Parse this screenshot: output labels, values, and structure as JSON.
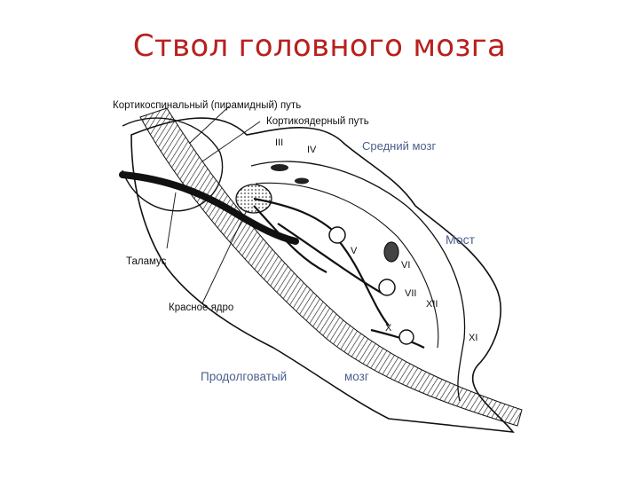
{
  "title": "Ствол головного мозга",
  "labels": {
    "corticospinal": "Кортикоспинальный (пирамидный) путь",
    "corticonuclear": "Кортикоядерный путь",
    "midbrain": "Средний мозг",
    "pons": "Мост",
    "thalamus": "Таламус",
    "red_nucleus": "Красное ядро",
    "medulla_1": "Продолговатый",
    "medulla_2": "мозг"
  },
  "nerves": {
    "n3": "III",
    "n4": "IV",
    "n5": "V",
    "n6": "VI",
    "n7": "VII",
    "n10": "X",
    "n11": "XI",
    "n12": "XII"
  },
  "colors": {
    "title": "#b8201e",
    "blue_labels": "#4a5f8c",
    "ink": "#111111",
    "accent_line": "#c04fb0"
  }
}
